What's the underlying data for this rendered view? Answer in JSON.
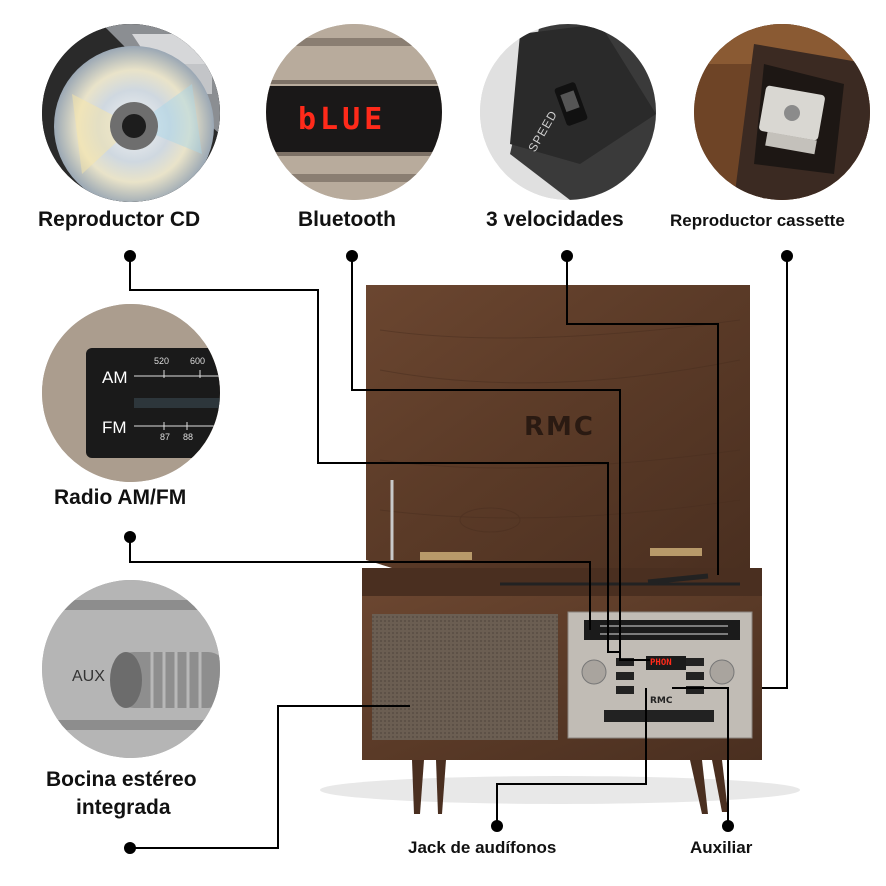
{
  "features": {
    "cd": "Reproductor CD",
    "bluetooth": "Bluetooth",
    "speeds": "3 velocidades",
    "cassette": "Reproductor cassette",
    "radio": "Radio AM/FM",
    "speaker_line1": "Bocina estéreo",
    "speaker_line2": "integrada",
    "headphone": "Jack de audífonos",
    "aux": "Auxiliar"
  },
  "detail_text": {
    "bt_display": "bLUE",
    "speed_switch": "SPEED",
    "am": "AM",
    "fm": "FM",
    "am_ticks": [
      "520",
      "600"
    ],
    "fm_ticks": [
      "87",
      "88"
    ],
    "aux_label": "AUX"
  },
  "product": {
    "brand": "RMC",
    "panel_display": "PHON",
    "panel_brand": "RMC"
  },
  "colors": {
    "wood": "#5a3a27",
    "wood_dark": "#3d2619",
    "fabric": "#6b5e52",
    "panel": "#b9b4ad",
    "leader": "#000000"
  }
}
